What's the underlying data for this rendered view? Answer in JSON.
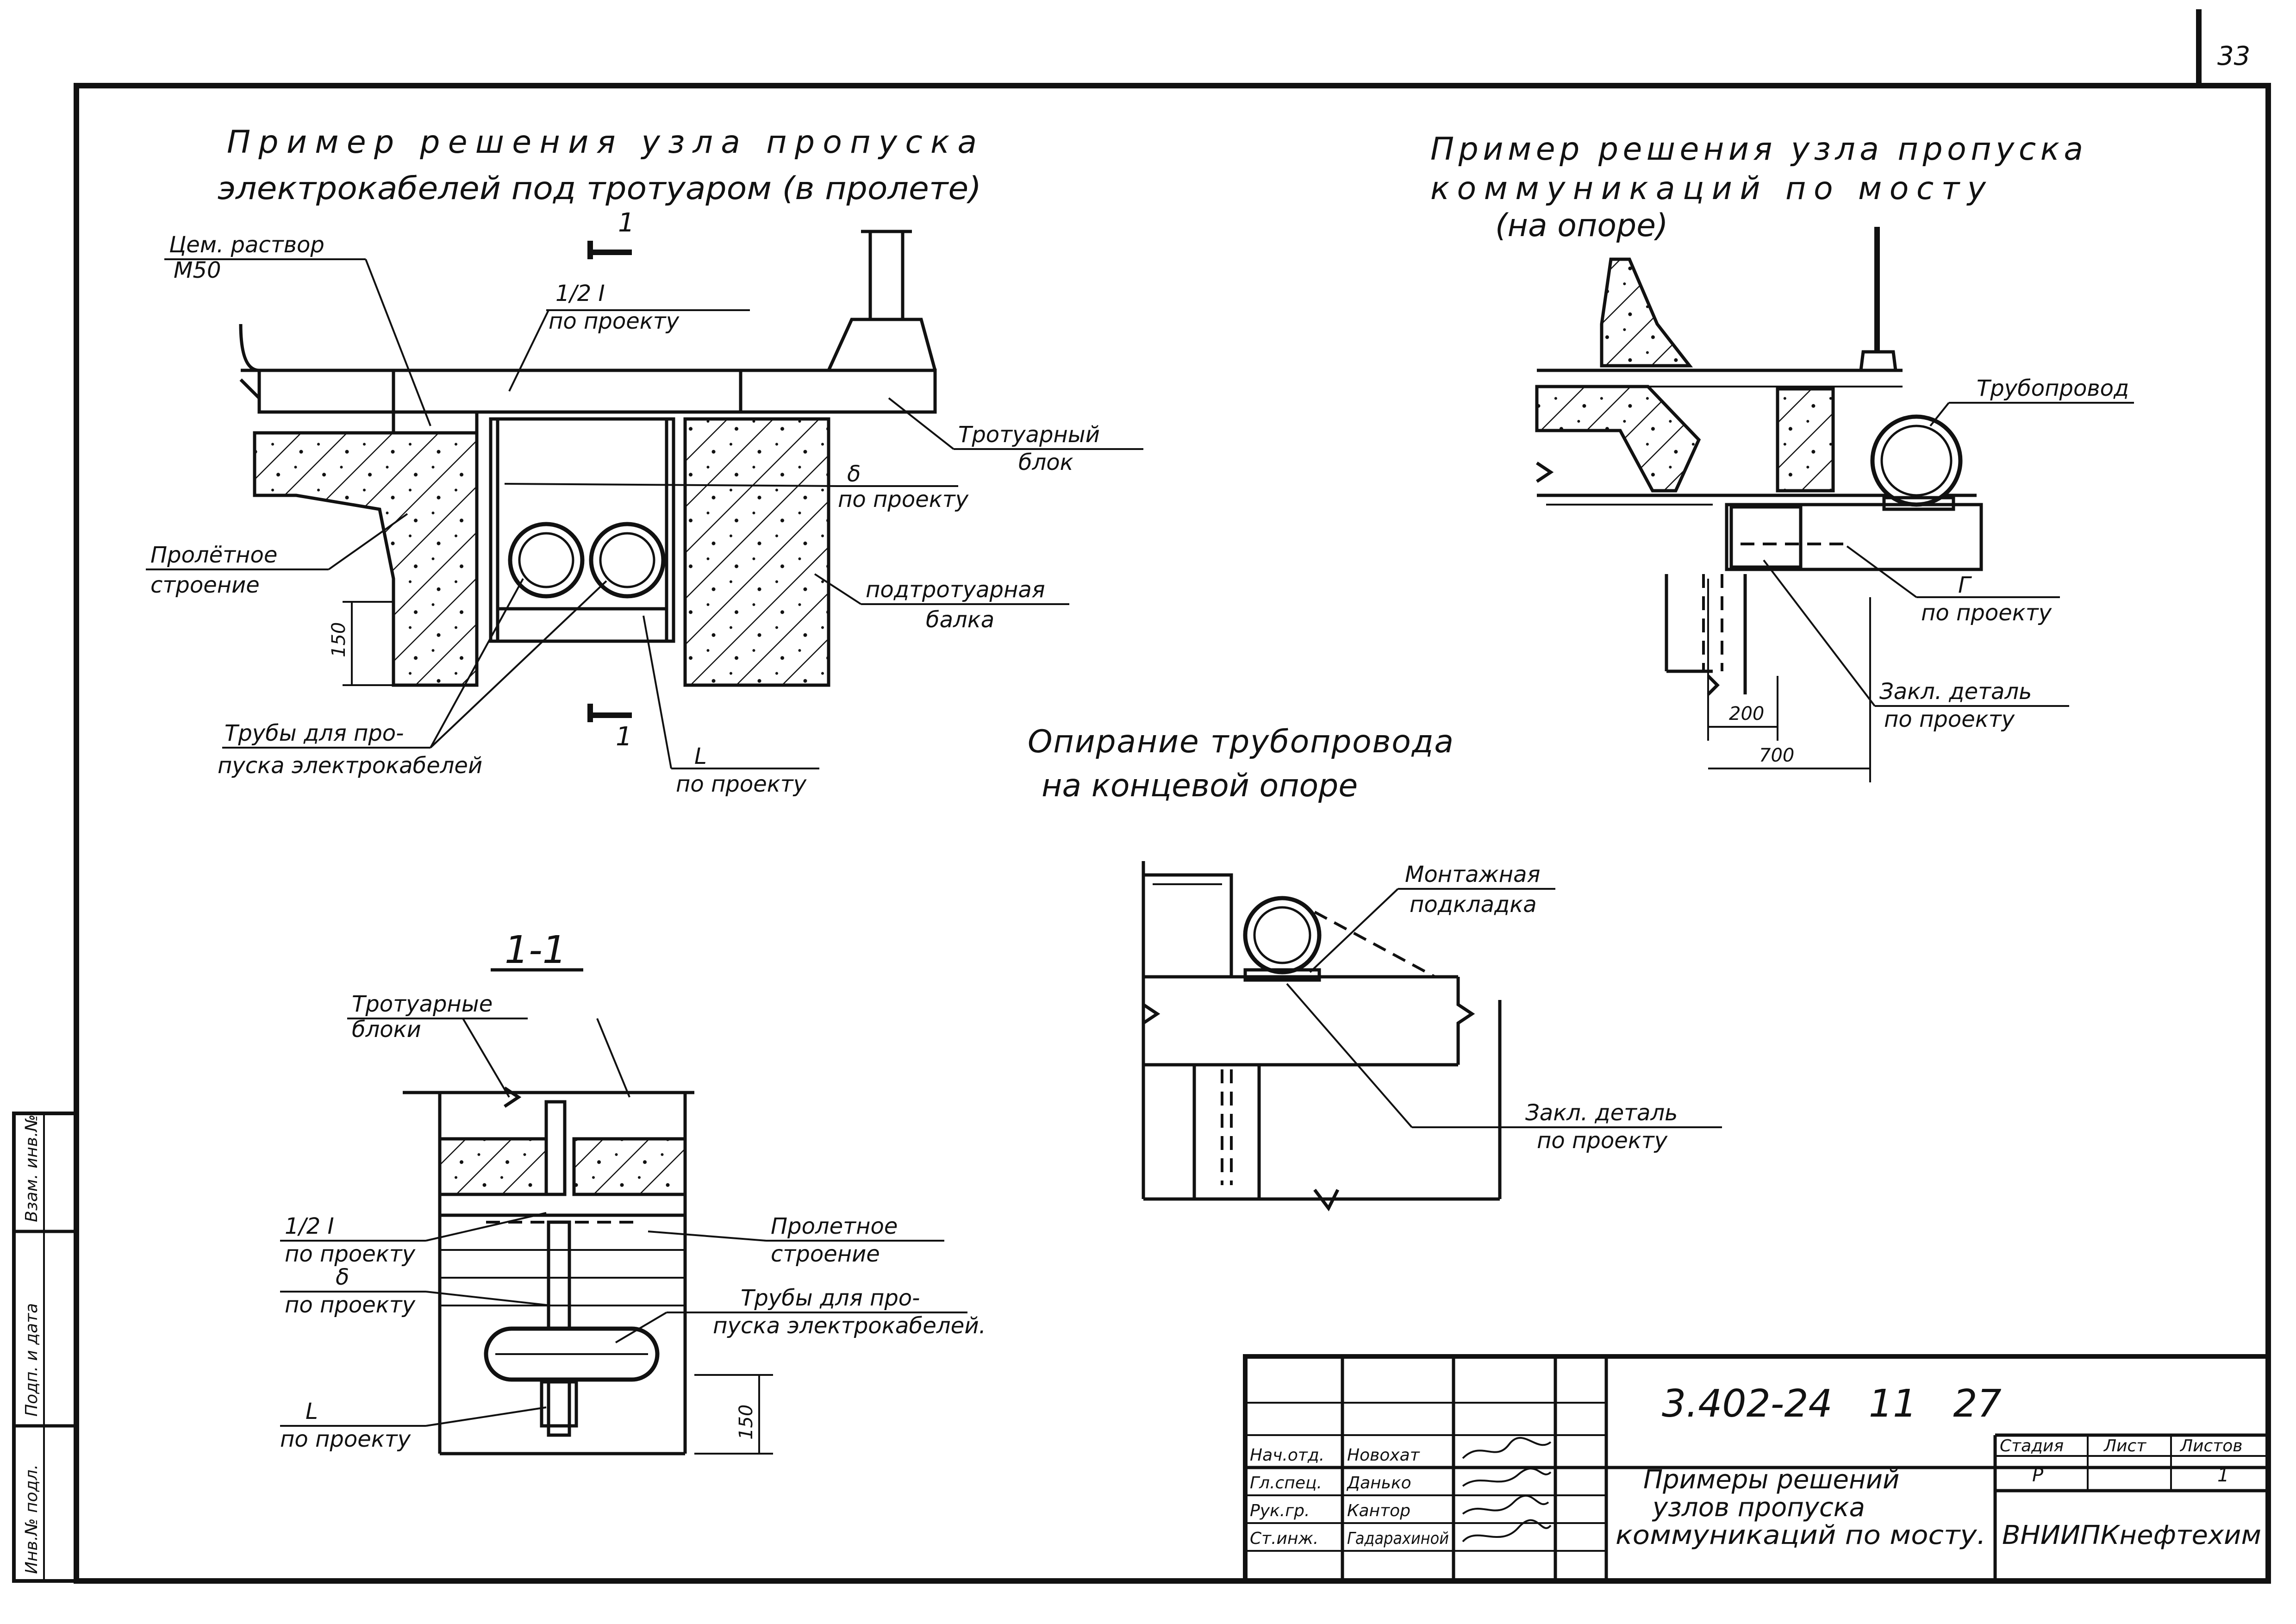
{
  "page_number": "33",
  "detail_under_sidewalk": {
    "title_line1": "Пример решения узла пропуска",
    "title_line2": "электрокабелей под тротуаром (в пролете)",
    "cement_mortar": "Цем. раствор",
    "cement_grade": "М50",
    "section_mark": "1",
    "half_beam": "1/2 I",
    "per_project_1": "по проекту",
    "sidewalk_block": "Тротуарный",
    "sidewalk_block_2": "блок",
    "delta_mark": "δ",
    "per_project_2": "по проекту",
    "span_structure": "Пролётное",
    "span_structure_2": "строение",
    "under_sidewalk_beam": "подтротуарная",
    "under_sidewalk_beam_2": "балка",
    "dim_150": "150",
    "cable_pipes": "Трубы для про-",
    "cable_pipes_2": "пуска электрокабелей",
    "l_mark": "L",
    "per_project_3": "по проекту"
  },
  "detail_on_support": {
    "title_line1": "Пример решения узла пропуска",
    "title_line2": "коммуникаций по мосту",
    "title_line3": "(на опоре)",
    "pipeline": "Трубопровод",
    "c_mark": "Г",
    "per_project_1": "по проекту",
    "embedded_part": "Закл. деталь",
    "per_project_2": "по проекту",
    "dim_200": "200",
    "dim_700": "700"
  },
  "detail_end_support": {
    "title_line1": "Опирание трубопровода",
    "title_line2": "на концевой опоре",
    "mounting_pad": "Монтажная",
    "mounting_pad_2": "подкладка",
    "embedded_part": "Закл. деталь",
    "per_project": "по проекту"
  },
  "section_1_1": {
    "title": "1-1",
    "sidewalk_blocks": "Тротуарные",
    "sidewalk_blocks_2": "блоки",
    "half_beam": "1/2 I",
    "per_project_1": "по проекту",
    "delta_mark": "δ",
    "per_project_2": "по проекту",
    "span_structure": "Пролетное",
    "span_structure_2": "строение",
    "cable_pipes": "Трубы для про-",
    "cable_pipes_2": "пуска электрокабелей.",
    "l_mark": "L",
    "per_project_3": "по проекту",
    "dim_150": "150"
  },
  "side_stamp": {
    "inv_orig": "Инв.№ подл.",
    "sign_date": "Подп. и дата",
    "inv_repl": "Взам. инв.№"
  },
  "title_block": {
    "designation": "3.402-24   11   27",
    "roles": [
      {
        "role": "Нач.отд.",
        "name": "Новохат"
      },
      {
        "role": "Гл.спец.",
        "name": "Данько"
      },
      {
        "role": "Рук.гр.",
        "name": "Кантор"
      },
      {
        "role": "Ст.инж.",
        "name": "Гадарахиной"
      }
    ],
    "doc_title_1": "Примеры решений",
    "doc_title_2": "узлов пропуска",
    "doc_title_3": "коммуникаций по мосту.",
    "stage_label": "Стадия",
    "sheet_label": "Лист",
    "sheets_label": "Листов",
    "stage_value": "Р",
    "sheets_value": "1",
    "organization": "ВНИИПКнефтехим"
  }
}
